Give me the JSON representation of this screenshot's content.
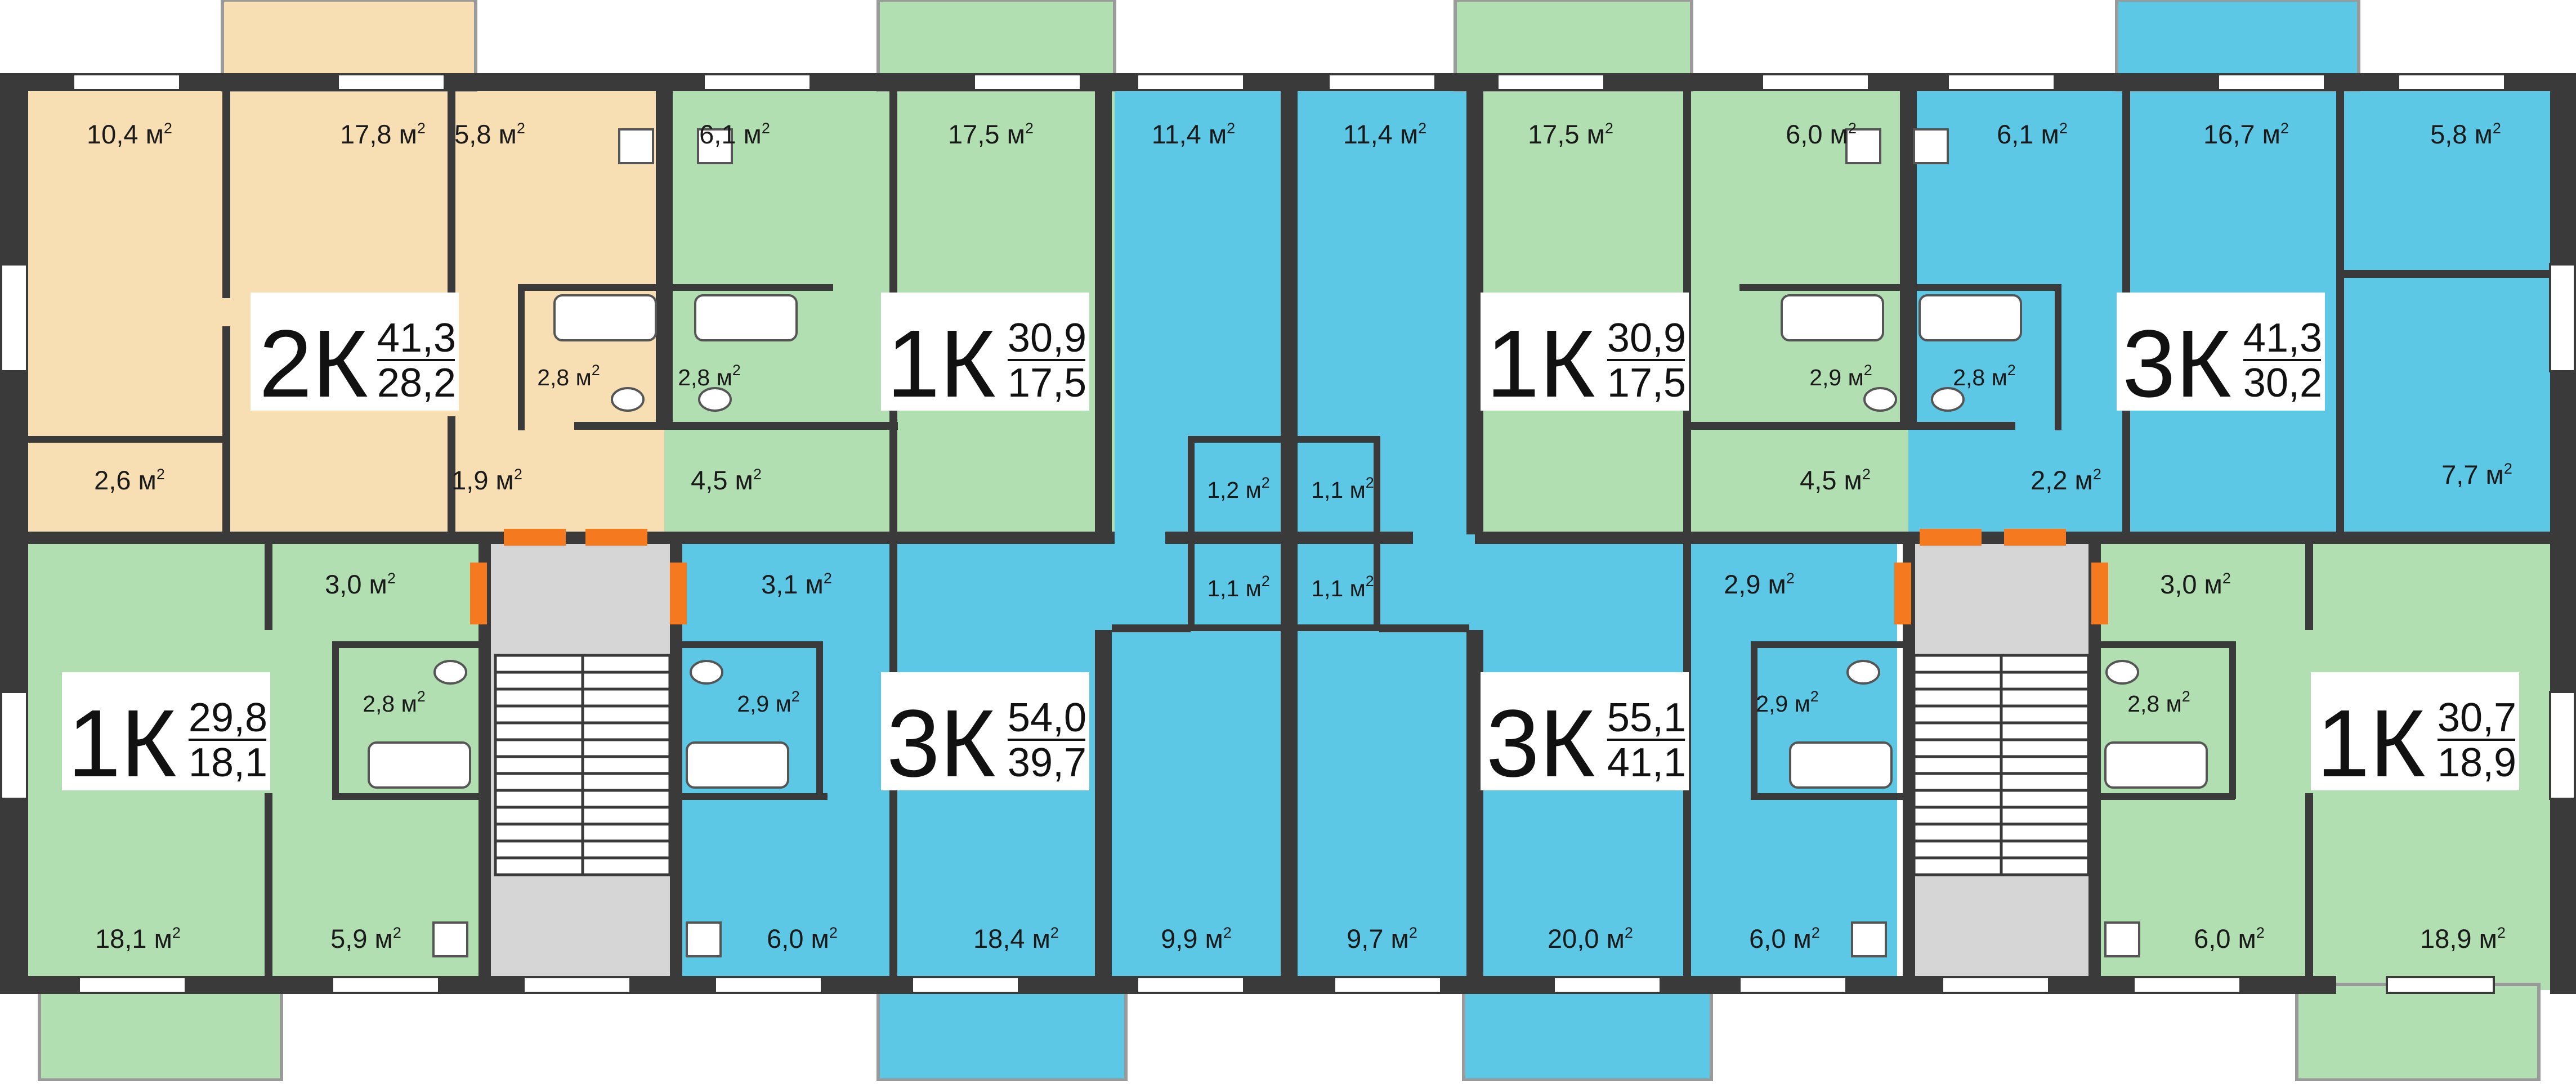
{
  "colors": {
    "beige": "#f8dfb3",
    "green": "#b2dfb2",
    "blue": "#5cc8e6",
    "wall": "#3a3a3a",
    "stair": "#d6d6d6",
    "door": "#f5791f"
  },
  "unit_suffix": "м",
  "unit_power": "2",
  "apartments": [
    {
      "id": "a2k",
      "code": "2К",
      "total": "41,3",
      "living": "28,2"
    },
    {
      "id": "a1k1",
      "code": "1К",
      "total": "30,9",
      "living": "17,5"
    },
    {
      "id": "a1k2",
      "code": "1К",
      "total": "30,9",
      "living": "17,5"
    },
    {
      "id": "a3k1",
      "code": "3К",
      "total": "41,3",
      "living": "30,2"
    },
    {
      "id": "a1k3",
      "code": "1К",
      "total": "29,8",
      "living": "18,1"
    },
    {
      "id": "a3k2",
      "code": "3К",
      "total": "54,0",
      "living": "39,7"
    },
    {
      "id": "a3k3",
      "code": "3К",
      "total": "55,1",
      "living": "41,1"
    },
    {
      "id": "a1k4",
      "code": "1К",
      "total": "30,7",
      "living": "18,9"
    }
  ],
  "rooms": [
    "10,4",
    "17,8",
    "5,8",
    "6,1",
    "17,5",
    "11,4",
    "11,4",
    "17,5",
    "6,0",
    "6,1",
    "16,7",
    "5,8",
    "2,8",
    "2,8",
    "2,9",
    "2,8",
    "2,6",
    "1,9",
    "4,5",
    "1,2",
    "1,1",
    "4,5",
    "2,2",
    "7,7",
    "3,0",
    "3,1",
    "1,1",
    "1,1",
    "2,9",
    "3,0",
    "2,8",
    "2,9",
    "2,9",
    "2,8",
    "18,1",
    "5,9",
    "6,0",
    "18,4",
    "9,9",
    "9,7",
    "20,0",
    "6,0",
    "6,0",
    "18,9"
  ]
}
